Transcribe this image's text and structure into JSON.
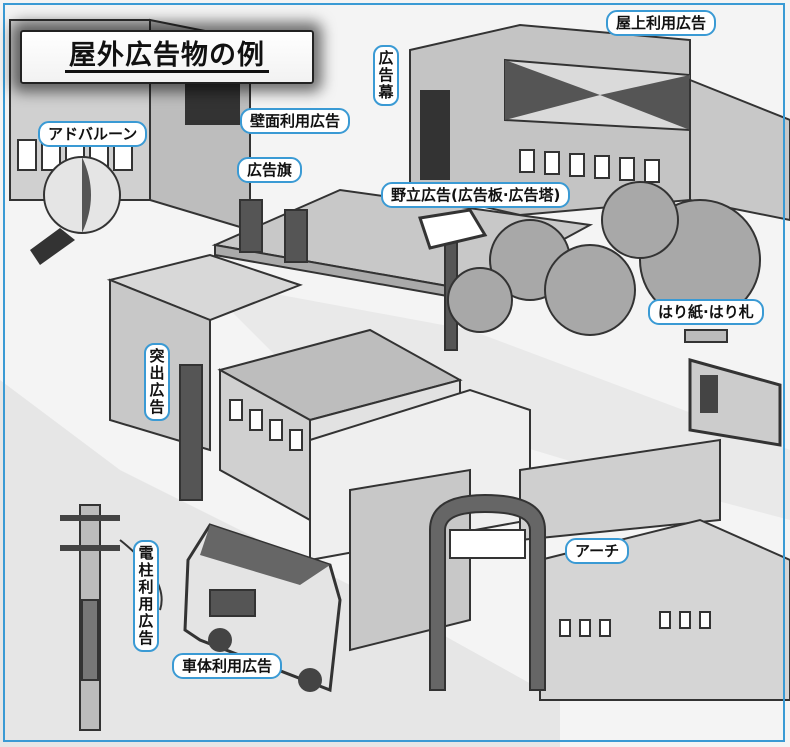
{
  "title": "屋外広告物の例",
  "labels": {
    "rooftop": "屋上利用広告",
    "banner": "広告幕",
    "wall": "壁面利用広告",
    "balloon": "アドバルーン",
    "flag": "広告旗",
    "billboard": "野立広告(広告板·広告塔)",
    "poster": "はり紙·はり札",
    "projecting": "突出広告",
    "arch": "アーチ",
    "pole": "電柱利用広告",
    "vehicle": "車体利用広告"
  },
  "colors": {
    "frame": "#3a9ad4",
    "label_border": "#3a9ad4"
  }
}
